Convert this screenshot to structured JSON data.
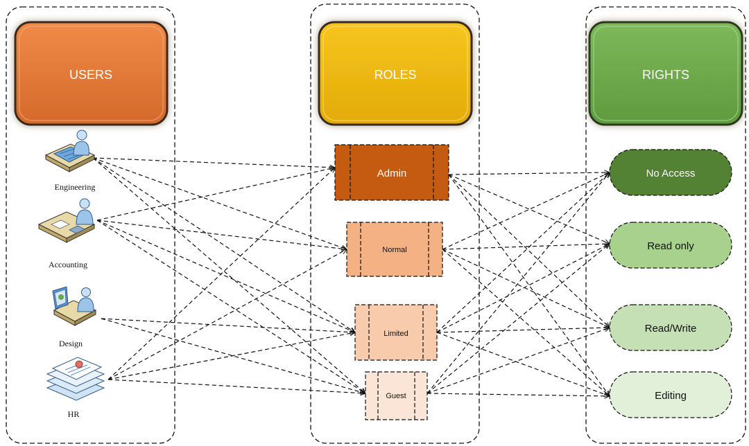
{
  "columns": {
    "users": {
      "title": "USERS",
      "color": "#E07632"
    },
    "roles": {
      "title": "ROLES",
      "color": "#EDB409"
    },
    "rights": {
      "title": "RIGHTS",
      "color": "#6AA84A"
    }
  },
  "users": [
    {
      "id": "engineering",
      "label": "Engineering",
      "icon": "engineer-at-drafting-table-icon"
    },
    {
      "id": "accounting",
      "label": "Accounting",
      "icon": "accountant-at-desk-icon"
    },
    {
      "id": "design",
      "label": "Design",
      "icon": "designer-at-workstation-icon"
    },
    {
      "id": "hr",
      "label": "HR",
      "icon": "stacked-documents-icon"
    }
  ],
  "roles": [
    {
      "id": "admin",
      "label": "Admin",
      "fill": "#C55A11"
    },
    {
      "id": "normal",
      "label": "Normal",
      "fill": "#F4B183"
    },
    {
      "id": "limited",
      "label": "Limited",
      "fill": "#F8CBAD"
    },
    {
      "id": "guest",
      "label": "Guest",
      "fill": "#FBE5D6"
    }
  ],
  "rights": [
    {
      "id": "no-access",
      "label": "No Access",
      "fill": "#548235"
    },
    {
      "id": "read-only",
      "label": "Read only",
      "fill": "#A9D18E"
    },
    {
      "id": "read-write",
      "label": "Read/Write",
      "fill": "#C5E0B4"
    },
    {
      "id": "editing",
      "label": "Editing",
      "fill": "#E2F0D9"
    }
  ],
  "connections": {
    "user_to_role": [
      [
        "engineering",
        "admin"
      ],
      [
        "engineering",
        "normal"
      ],
      [
        "engineering",
        "limited"
      ],
      [
        "engineering",
        "guest"
      ],
      [
        "accounting",
        "admin"
      ],
      [
        "accounting",
        "normal"
      ],
      [
        "accounting",
        "limited"
      ],
      [
        "accounting",
        "guest"
      ],
      [
        "design",
        "limited"
      ],
      [
        "design",
        "guest"
      ],
      [
        "hr",
        "admin"
      ],
      [
        "hr",
        "normal"
      ],
      [
        "hr",
        "limited"
      ],
      [
        "hr",
        "guest"
      ]
    ],
    "role_to_right": [
      [
        "admin",
        "no-access"
      ],
      [
        "admin",
        "read-only"
      ],
      [
        "admin",
        "read-write"
      ],
      [
        "admin",
        "editing"
      ],
      [
        "normal",
        "no-access"
      ],
      [
        "normal",
        "read-only"
      ],
      [
        "normal",
        "read-write"
      ],
      [
        "normal",
        "editing"
      ],
      [
        "limited",
        "no-access"
      ],
      [
        "limited",
        "read-only"
      ],
      [
        "limited",
        "read-write"
      ],
      [
        "limited",
        "editing"
      ],
      [
        "guest",
        "no-access"
      ],
      [
        "guest",
        "read-only"
      ],
      [
        "guest",
        "read-write"
      ],
      [
        "guest",
        "editing"
      ]
    ]
  }
}
